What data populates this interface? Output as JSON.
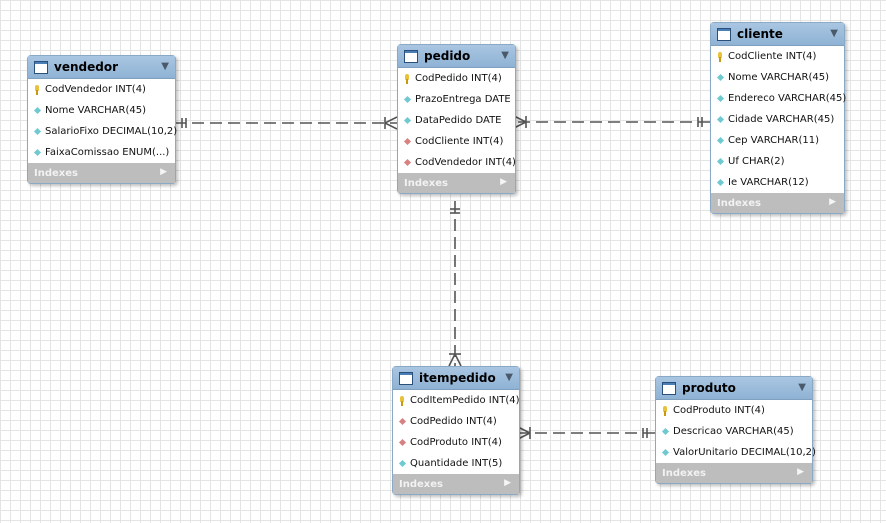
{
  "tables": [
    {
      "id": "vendedor",
      "name": "vendedor",
      "columns": [
        {
          "key": "pk",
          "text": "CodVendedor INT(4)"
        },
        {
          "key": "attr",
          "text": "Nome VARCHAR(45)"
        },
        {
          "key": "attr",
          "text": "SalarioFixo DECIMAL(10,2)"
        },
        {
          "key": "attr",
          "text": "FaixaComissao ENUM(...)"
        }
      ],
      "indexes_label": "Indexes"
    },
    {
      "id": "pedido",
      "name": "pedido",
      "columns": [
        {
          "key": "pk",
          "text": "CodPedido INT(4)"
        },
        {
          "key": "attr",
          "text": "PrazoEntrega DATE"
        },
        {
          "key": "attr",
          "text": "DataPedido DATE"
        },
        {
          "key": "fk",
          "text": "CodCliente INT(4)"
        },
        {
          "key": "fk",
          "text": "CodVendedor INT(4)"
        }
      ],
      "indexes_label": "Indexes"
    },
    {
      "id": "cliente",
      "name": "cliente",
      "columns": [
        {
          "key": "pk",
          "text": "CodCliente INT(4)"
        },
        {
          "key": "attr",
          "text": "Nome VARCHAR(45)"
        },
        {
          "key": "attr",
          "text": "Endereco VARCHAR(45)"
        },
        {
          "key": "attr",
          "text": "Cidade VARCHAR(45)"
        },
        {
          "key": "attr",
          "text": "Cep VARCHAR(11)"
        },
        {
          "key": "attr",
          "text": "Uf CHAR(2)"
        },
        {
          "key": "attr",
          "text": "Ie VARCHAR(12)"
        }
      ],
      "indexes_label": "Indexes"
    },
    {
      "id": "itempedido",
      "name": "itempedido",
      "columns": [
        {
          "key": "pk",
          "text": "CodItemPedido INT(4)"
        },
        {
          "key": "fk",
          "text": "CodPedido INT(4)"
        },
        {
          "key": "fk",
          "text": "CodProduto INT(4)"
        },
        {
          "key": "attr",
          "text": "Quantidade INT(5)"
        }
      ],
      "indexes_label": "Indexes"
    },
    {
      "id": "produto",
      "name": "produto",
      "columns": [
        {
          "key": "pk",
          "text": "CodProduto INT(4)"
        },
        {
          "key": "attr",
          "text": "Descricao VARCHAR(45)"
        },
        {
          "key": "attr",
          "text": "ValorUnitario DECIMAL(10,2)"
        }
      ],
      "indexes_label": "Indexes"
    }
  ],
  "relationships": [
    {
      "from": "vendedor",
      "to": "pedido",
      "from_end": "one",
      "to_end": "many"
    },
    {
      "from": "cliente",
      "to": "pedido",
      "from_end": "one",
      "to_end": "many"
    },
    {
      "from": "pedido",
      "to": "itempedido",
      "from_end": "one",
      "to_end": "many"
    },
    {
      "from": "produto",
      "to": "itempedido",
      "from_end": "one",
      "to_end": "many"
    }
  ],
  "colors": {
    "header": "#9dbddc",
    "indexes": "#bdbdbd",
    "connector": "#555555",
    "pk": "#e8c23a",
    "attr": "#6fc9d0",
    "fk": "#d98080"
  }
}
